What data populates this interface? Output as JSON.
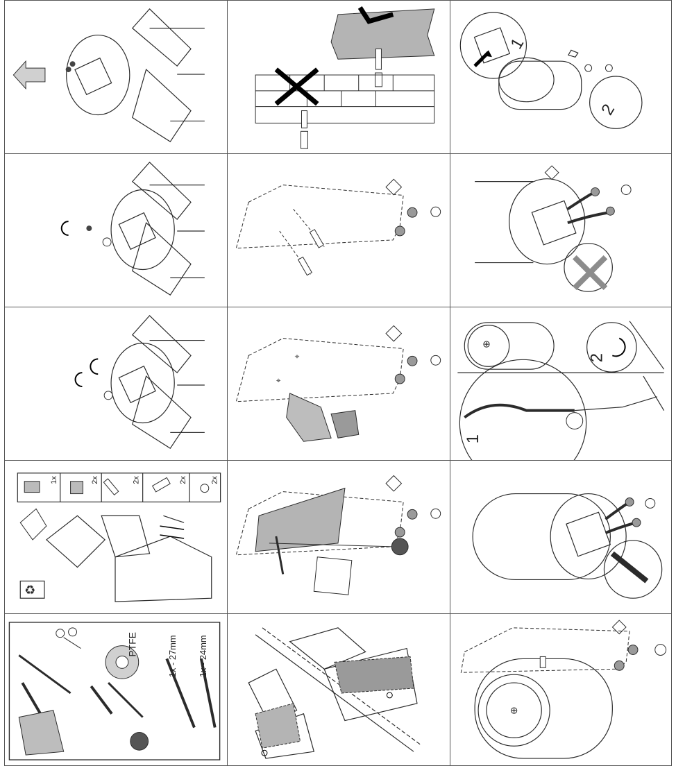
{
  "steps": {
    "r1c3": {
      "callout_1": "1",
      "callout_2": "2"
    },
    "r3c3": {
      "callout_1": "1",
      "callout_2": "2"
    },
    "r4c1": {
      "qty_valve": "1x",
      "qty_nut": "2x",
      "qty_anchor": "2x",
      "qty_bolt": "2x",
      "qty_washer": "2x"
    },
    "r5c1": {
      "ptfe_label": "PTFE",
      "wrench_27": "1x - 27mm",
      "wrench_24": "1x - 24mm"
    }
  },
  "colors": {
    "line": "#2b2b2b",
    "fill_gray": "#9a9a9a",
    "cross_gray": "#8c8c8c",
    "wall_gray": "#b4b4b4"
  }
}
